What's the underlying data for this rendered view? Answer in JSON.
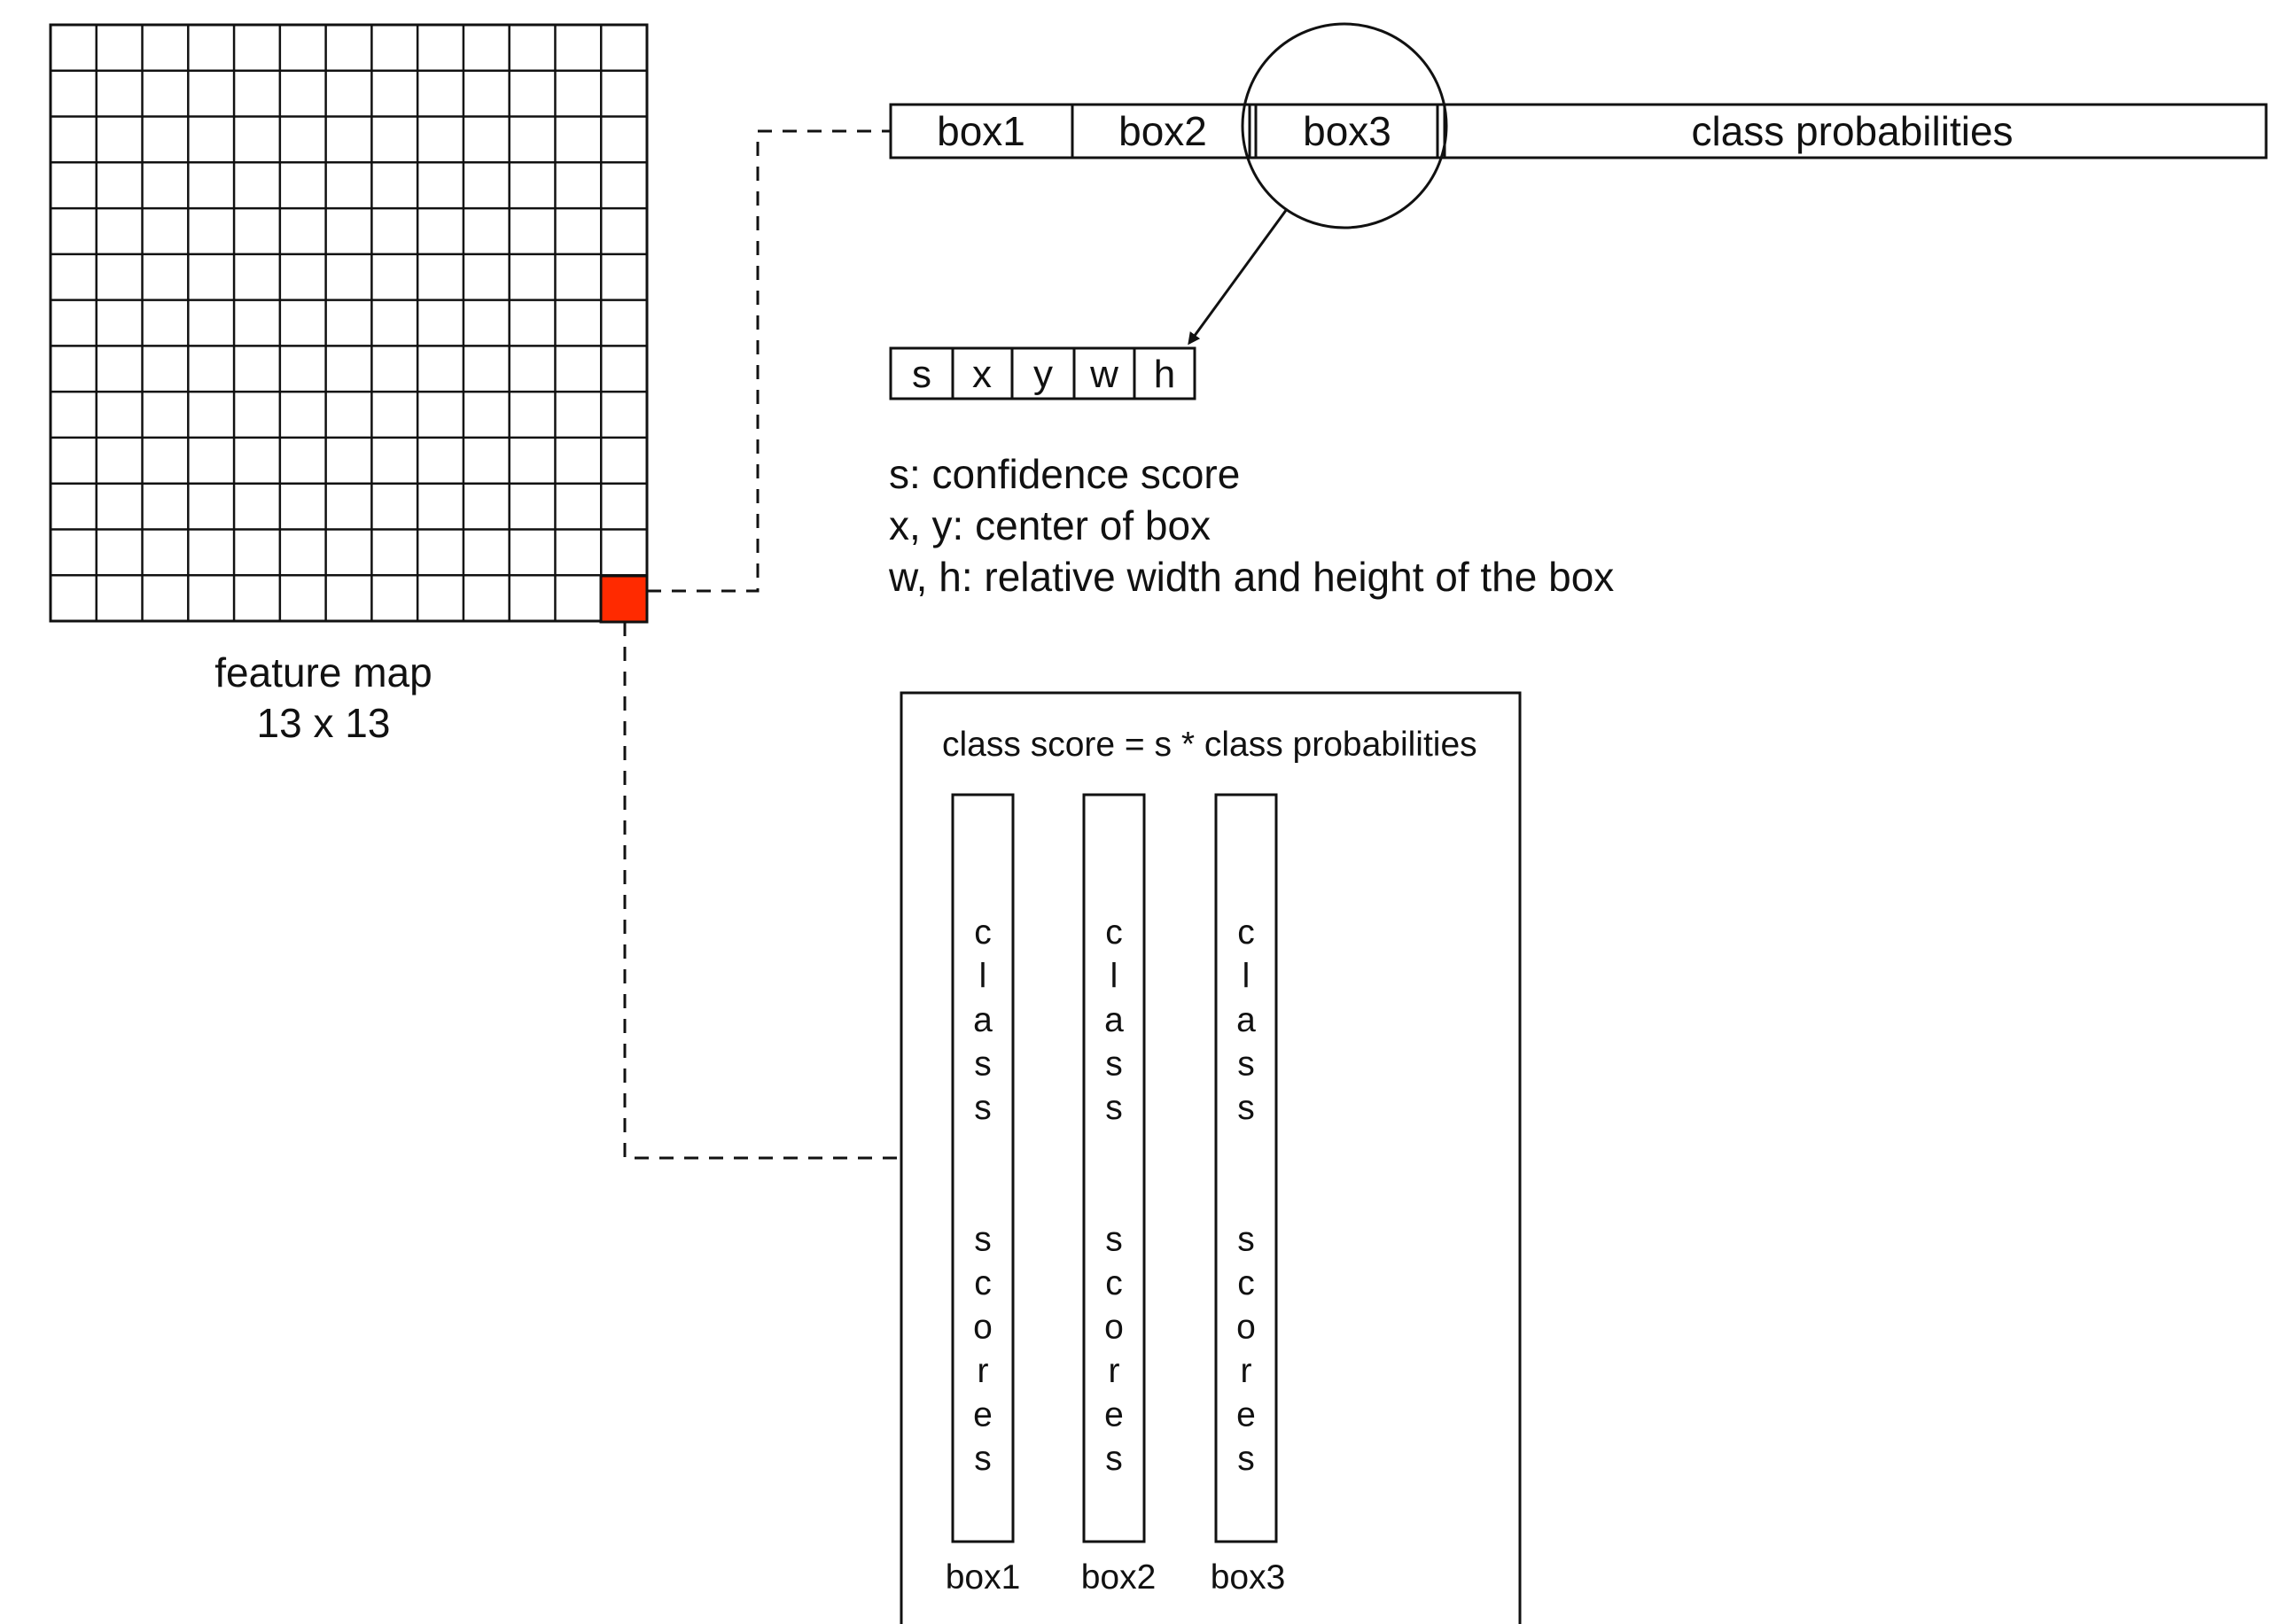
{
  "feature_map": {
    "grid_size": 13,
    "highlight_color": "#ff2a00",
    "label_line1": "feature map",
    "label_line2": "13 x 13"
  },
  "output_vector": {
    "boxes": [
      "box1",
      "box2",
      "box3"
    ],
    "class_probabilities": "class probabilities"
  },
  "box_fields": [
    "s",
    "x",
    "y",
    "w",
    "h"
  ],
  "legend": {
    "line1": "s: confidence score",
    "line2": "x, y: center of box",
    "line3": "w, h: relative width and height of the box"
  },
  "class_score_panel": {
    "formula": "class score = s * class probabilities",
    "column_text": "class  scores",
    "column_labels": [
      "box1",
      "box2",
      "box3"
    ]
  }
}
